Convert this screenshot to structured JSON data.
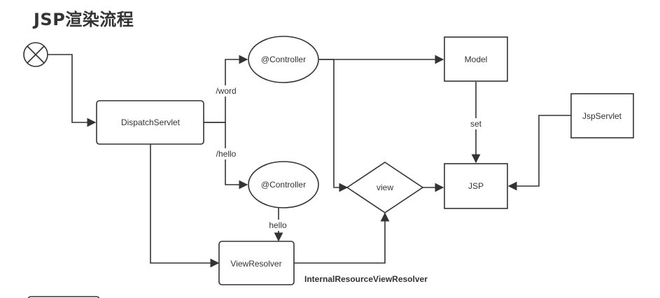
{
  "title": "JSP渲染流程",
  "nodes": {
    "dispatch": "DispatchServlet",
    "controller_top": "@Controller",
    "controller_bottom": "@Controller",
    "model": "Model",
    "jsp": "JSP",
    "jspservlet": "JspServlet",
    "view": "view",
    "viewresolver": "ViewResolver"
  },
  "edges": {
    "word": "/word",
    "hello_path": "/hello",
    "set": "set",
    "hello": "hello"
  },
  "annotation": "InternalResourceViewResolver"
}
